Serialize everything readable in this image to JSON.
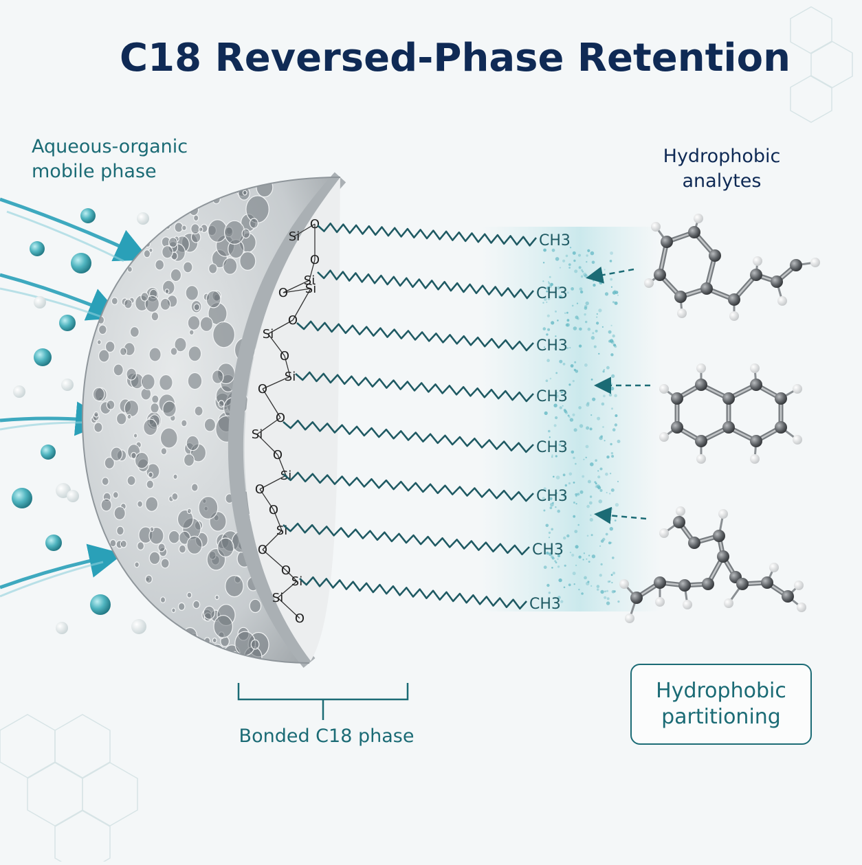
{
  "title": "C18 Reversed-Phase Retention",
  "labels": {
    "mobile_phase_line1": "Aqueous-organic",
    "mobile_phase_line2": "mobile phase",
    "analytes_line1": "Hydrophobic",
    "analytes_line2": "analytes",
    "bonded_phase": "Bonded C18 phase",
    "partitioning_line1": "Hydrophobic",
    "partitioning_line2": "partitioning"
  },
  "chain_end_label": "CH3",
  "silica_atom": "Si",
  "oxygen_atom": "O",
  "colors": {
    "title": "#0f2a55",
    "teal": "#1b6b75",
    "chain": "#1f5a63",
    "arrow": "#2aa0b8",
    "bead": "#d3d7d9"
  }
}
